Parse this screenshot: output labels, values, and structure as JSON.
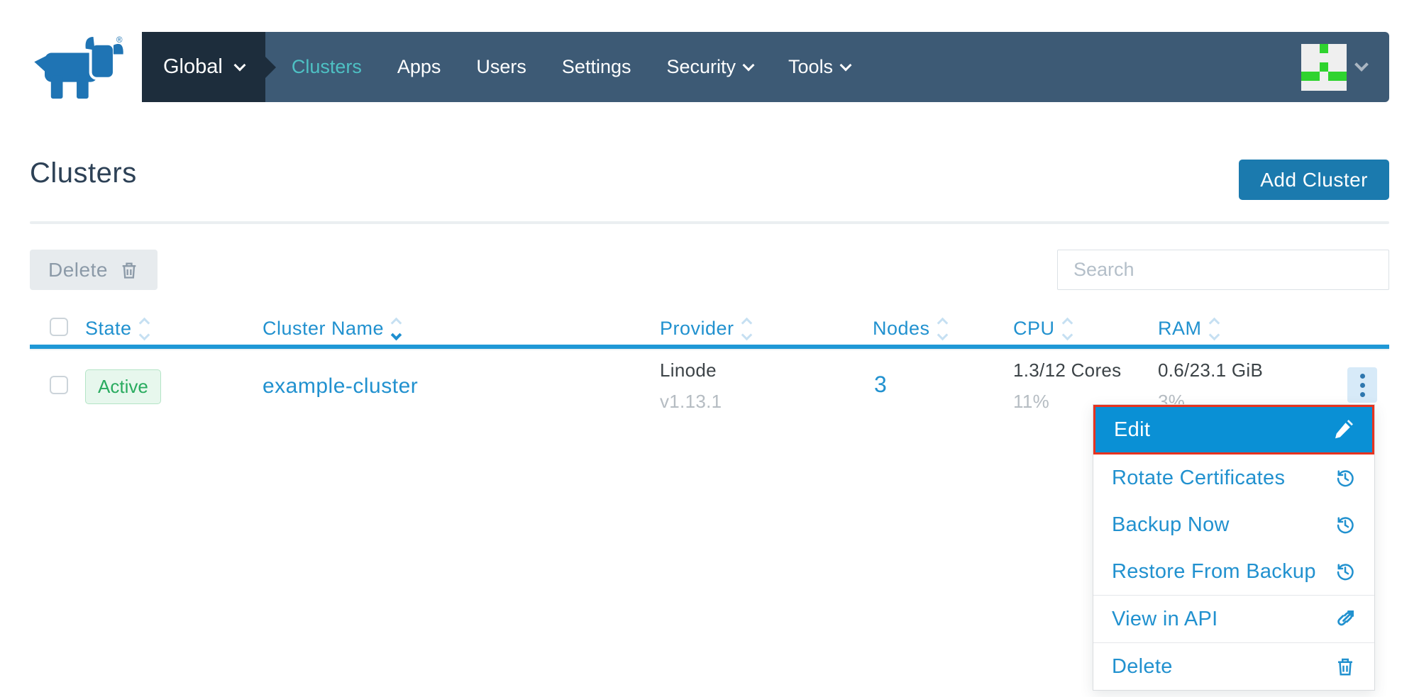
{
  "navbar": {
    "logo_mark": "®",
    "environment": {
      "label": "Global"
    },
    "items": [
      {
        "label": "Clusters",
        "active": true
      },
      {
        "label": "Apps"
      },
      {
        "label": "Users"
      },
      {
        "label": "Settings"
      },
      {
        "label": "Security",
        "has_dropdown": true
      },
      {
        "label": "Tools",
        "has_dropdown": true
      }
    ]
  },
  "page": {
    "title": "Clusters",
    "add_cluster_label": "Add Cluster"
  },
  "toolbar": {
    "delete_label": "Delete",
    "search_placeholder": "Search"
  },
  "table": {
    "columns": [
      {
        "label": "State",
        "sort_active": "none"
      },
      {
        "label": "Cluster Name",
        "sort_active": "down"
      },
      {
        "label": "Provider",
        "sort_active": "none"
      },
      {
        "label": "Nodes",
        "sort_active": "none"
      },
      {
        "label": "CPU",
        "sort_active": "none"
      },
      {
        "label": "RAM",
        "sort_active": "none"
      }
    ],
    "row": {
      "state": "Active",
      "cluster_name": "example-cluster",
      "provider": "Linode",
      "provider_version": "v1.13.1",
      "nodes": "3",
      "cpu": "1.3/12 Cores",
      "cpu_percent": "11%",
      "ram": "0.6/23.1 GiB",
      "ram_percent": "3%"
    }
  },
  "context_menu": {
    "items": [
      {
        "label": "Edit",
        "icon": "pencil-icon",
        "highlighted": true
      },
      {
        "label": "Rotate Certificates",
        "icon": "history-icon"
      },
      {
        "label": "Backup Now",
        "icon": "history-icon"
      },
      {
        "label": "Restore From Backup",
        "icon": "history-icon"
      },
      {
        "label": "View in API",
        "icon": "external-link-icon"
      },
      {
        "label": "Delete",
        "icon": "trash-icon"
      }
    ]
  },
  "colors": {
    "navbar_bg": "#3d5a75",
    "environment_box_bg": "#1d2d3c",
    "nav_active_teal": "#4ec1c4",
    "primary_blue": "#2191cf",
    "header_underline": "#1f98d6",
    "primary_button_bg": "#1b7aae",
    "menu_highlight_bg": "#0a90d5",
    "menu_highlight_border": "#e8331f",
    "badge_text_green": "#29ab5f",
    "badge_bg_green": "#e7f7ed",
    "avatar_green": "#2fd32f",
    "logo_blue": "#1f74b4"
  }
}
